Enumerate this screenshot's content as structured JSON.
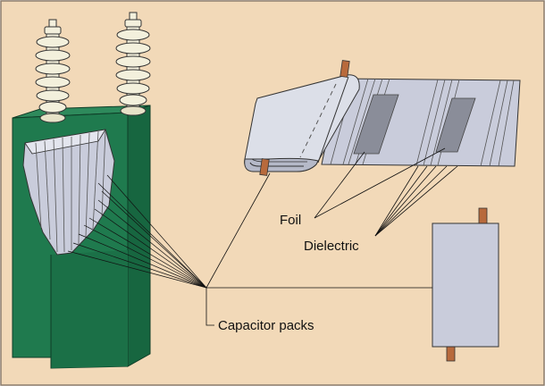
{
  "labels": {
    "foil": "Foil",
    "dielectric": "Dielectric",
    "capacitor_packs": "Capacitor packs"
  },
  "colors": {
    "background": "#f2d9b8",
    "tank": "#1f7a4e",
    "insulator": "#f3f0dc",
    "capacitor_pack": "#c9ccdb",
    "foil": "#8a8d99",
    "terminal": "#b86a3c"
  }
}
